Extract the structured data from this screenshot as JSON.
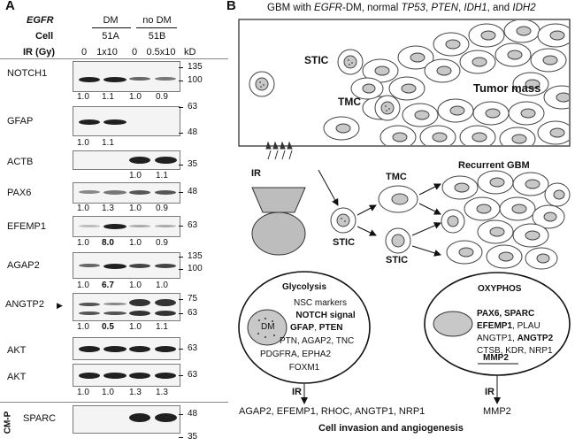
{
  "panel_a": {
    "letter": "A",
    "header": {
      "egfr_label": "EGFR",
      "dm": "DM",
      "no_dm": "no DM",
      "cell_label": "Cell",
      "cell_51a": "51A",
      "cell_51b": "51B",
      "ir_label": "IR (Gy)",
      "ir_values": [
        "0",
        "1x10",
        "0",
        "0.5x10"
      ],
      "kd": "kD"
    },
    "blots": [
      {
        "label": "NOTCH1",
        "markers": [
          "135",
          "100"
        ],
        "quant": [
          "1.0",
          "1.1",
          "1.0",
          "0.9"
        ]
      },
      {
        "label": "GFAP",
        "markers": [
          "63",
          "48"
        ],
        "quant": [
          "1.0",
          "1.1"
        ]
      },
      {
        "label": "ACTB",
        "markers": [
          "35"
        ],
        "quant": [
          "1.0",
          "1.1"
        ]
      },
      {
        "label": "PAX6",
        "markers": [
          "48"
        ],
        "quant": [
          "1.0",
          "1.3",
          "1.0",
          "0.9"
        ]
      },
      {
        "label": "EFEMP1",
        "markers": [
          "63"
        ],
        "quant": [
          "1.0",
          "8.0",
          "1.0",
          "0.9"
        ]
      },
      {
        "label": "AGAP2",
        "markers": [
          "135",
          "100"
        ],
        "quant": [
          "1.0",
          "6.7",
          "1.0",
          "1.0"
        ]
      },
      {
        "label": "ANGTP2",
        "markers": [
          "75",
          "63"
        ],
        "quant": [
          "1.0",
          "0.5",
          "1.0",
          "1.1"
        ]
      },
      {
        "label": "AKT",
        "markers": [
          "63"
        ],
        "quant": []
      },
      {
        "label": "AKT",
        "markers": [
          "63"
        ],
        "quant": [
          "1.0",
          "1.0",
          "1.3",
          "1.3"
        ]
      },
      {
        "label": "SPARC",
        "markers": [
          "48",
          "35"
        ],
        "quant": []
      }
    ],
    "cmp_label": "CM-P"
  },
  "panel_b": {
    "letter": "B",
    "title": {
      "t1": "GBM with ",
      "t2": "EGFR",
      "t3": "-DM, normal ",
      "t4": "TP53",
      "t5": ", ",
      "t6": "PTEN",
      "t7": ", ",
      "t8": "IDH1",
      "t9": ", and ",
      "t10": "IDH2"
    },
    "stic": "STIC",
    "tmc": "TMC",
    "tumor_mass": "Tumor mass",
    "ir": "IR",
    "recurrent": "Recurrent GBM",
    "tmc2": "TMC",
    "stic2": "STIC",
    "stic3": "STIC",
    "glycolysis": {
      "title": "Glycolysis",
      "dm": "DM",
      "l1": "NSC markers",
      "l2": "NOTCH signal",
      "l3a": "GFAP",
      "l3b": ", ",
      "l3c": "PTEN",
      "l4": "PTN, AGAP2, TNC",
      "l5": "PDGFRA,  EPHA2",
      "l6": "FOXM1"
    },
    "oxyphos": {
      "title": "OXYPHOS",
      "l1": "PAX6, SPARC",
      "l2a": "EFEMP1",
      "l2b": ", PLAU",
      "l3a": "ANGTP1, ",
      "l3b": "ANGTP2",
      "l4": "CTSB, KDR, NRP1",
      "l5": "MMP2"
    },
    "ir_left": "IR",
    "ir_right": "IR",
    "genes_left": "AGAP2, EFEMP1, RHOC, ANGTP1, NRP1",
    "genes_right": "MMP2",
    "footer": "Cell invasion and angiogenesis"
  }
}
